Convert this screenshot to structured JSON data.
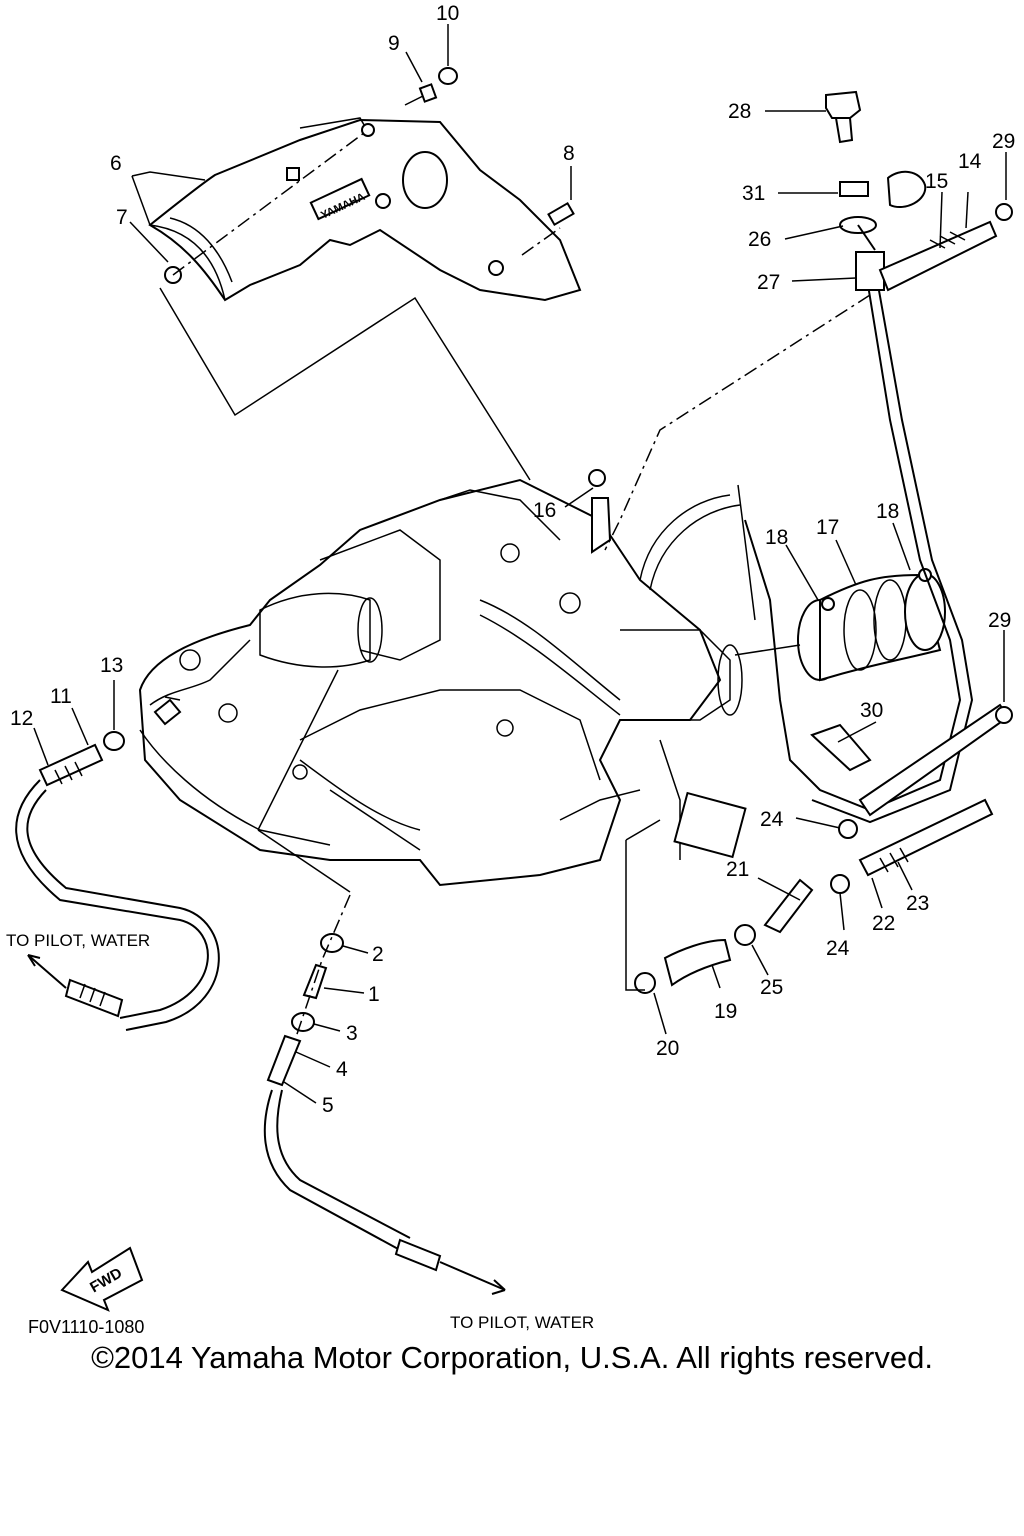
{
  "diagram": {
    "callouts": {
      "c1": "1",
      "c2": "2",
      "c3": "3",
      "c4": "4",
      "c5": "5",
      "c6": "6",
      "c7": "7",
      "c8": "8",
      "c9": "9",
      "c10": "10",
      "c11": "11",
      "c12": "12",
      "c13": "13",
      "c14": "14",
      "c15": "15",
      "c16": "16",
      "c17": "17",
      "c18a": "18",
      "c18b": "18",
      "c19": "19",
      "c20": "20",
      "c21": "21",
      "c22": "22",
      "c23": "23",
      "c24a": "24",
      "c24b": "24",
      "c25": "25",
      "c26": "26",
      "c27": "27",
      "c28": "28",
      "c29a": "29",
      "c29b": "29",
      "c30": "30",
      "c31": "31"
    },
    "notes": {
      "pilot_left": "TO PILOT, WATER",
      "pilot_bottom": "TO PILOT, WATER"
    },
    "cover_brand": "YAMAHA",
    "fwd_arrow": "FWD",
    "figure_code": "F0V1110-1080"
  },
  "footer": {
    "copyright": "©2014 Yamaha Motor Corporation, U.S.A. All rights reserved."
  }
}
